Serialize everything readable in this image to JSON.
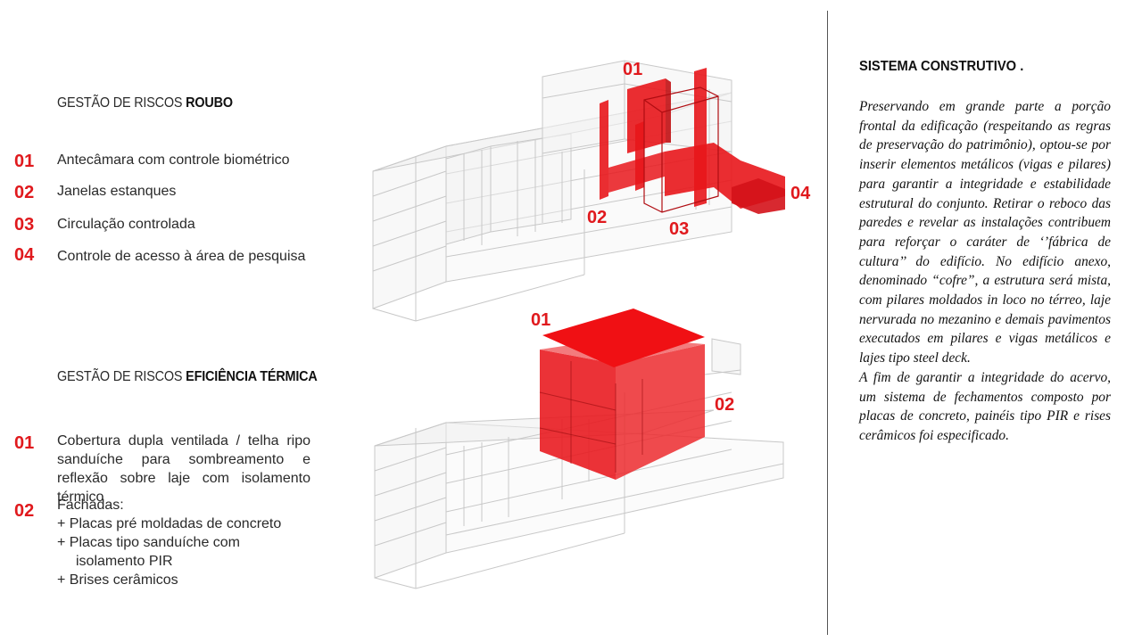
{
  "theft": {
    "title_prefix": "GESTÃO DE RISCOS",
    "title_bold": "ROUBO",
    "items": [
      {
        "num": "01",
        "text": "Antecâmara com controle biométrico"
      },
      {
        "num": "02",
        "text": "Janelas estanques"
      },
      {
        "num": "03",
        "text": "Circulação controlada"
      },
      {
        "num": "04",
        "text": "Controle de acesso à área de pesquisa"
      }
    ]
  },
  "thermal": {
    "title_prefix": "GESTÃO DE RISCOS",
    "title_bold": "EFICIÊNCIA TÉRMICA",
    "item1": {
      "num": "01",
      "text": "Cobertura dupla ventilada / telha ripo sanduíche para sombreamento e reflexão sobre laje com isolamento térmico"
    },
    "item2": {
      "num": "02",
      "heading": "Fachadas:",
      "line1": "+ Placas pré moldadas de concreto",
      "line2": "+ Placas tipo sanduíche com",
      "line3": "isolamento PIR",
      "line4": "+ Brises cerâmicos"
    }
  },
  "diagram_top_labels": {
    "l1": "01",
    "l2": "02",
    "l3": "03",
    "l4": "04"
  },
  "diagram_bottom_labels": {
    "l1": "01",
    "l2": "02"
  },
  "right_panel": {
    "title": "SISTEMA CONSTRUTIVO .",
    "paragraph1": "Preservando em grande parte a porção frontal da edificação (respeitando as regras de preservação do patrimônio), optou-se por inserir elementos metálicos (vigas e pilares) para garantir a integridade e estabilidade estrutural do conjunto. Retirar o reboco das paredes e revelar as instalações contribuem para reforçar o caráter de ‘’fábrica de cultura’’ do edifício. No edifício anexo, denominado “cofre”, a estrutura será mista, com pilares moldados in loco no térreo, laje nervurada no mezanino e demais pavimentos executados em pilares e vigas metálicos e lajes tipo steel deck.",
    "paragraph2": "A fim de garantir a integridade do acervo, um sistema de fechamentos composto por placas de concreto, painéis tipo PIR e rises cerâmicos foi especificado."
  },
  "colors": {
    "accent": "#e0191d",
    "text": "#222222",
    "wireframe": "#bdbdbd"
  }
}
